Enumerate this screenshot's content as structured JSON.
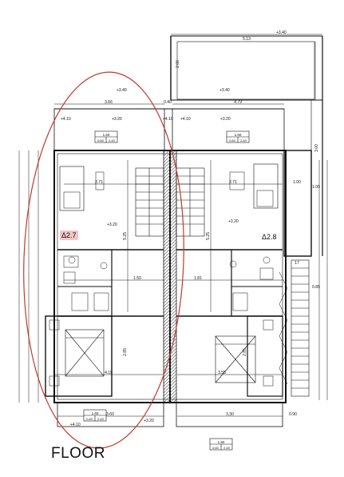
{
  "title": "FLOOR",
  "units": [
    {
      "label": "Δ2.7",
      "highlight": "#f4c6c6"
    },
    {
      "label": "Δ2.8"
    }
  ],
  "level_marks": [
    "+3.40",
    "+3.40",
    "+3.40",
    "+4.10",
    "+3.20",
    "+4.10",
    "+4.10",
    "+3.20",
    "+3.20",
    "+3.20",
    "+4.10",
    "+3.20"
  ],
  "dimensions": {
    "top_width": "5.13",
    "top_height": "2.06",
    "upper_left": "3.66",
    "upper_mid": "0.40",
    "upper_right": "4.79",
    "left_room": "2.71",
    "right_room": "2.71",
    "left_wall": "1.00",
    "core_l": "5.25",
    "core_r": "5.25",
    "mid_l": "1.50",
    "mid_r": "1.81",
    "bed_l": "2.85",
    "bed_r": "2.85",
    "floor_l": "4.15",
    "floor_r": "3.55",
    "bottom_l": "3.60",
    "bottom_r": "3.30",
    "right_edge": "0.90",
    "side_a": "3.00",
    "side_b": "1.00",
    "side_c": "0.85",
    "stair_top": "17"
  },
  "windows": [
    {
      "size": "1.60",
      "sill": "0.60",
      "height": "2.40"
    },
    {
      "size": "1.60",
      "sill": "0.60",
      "height": "2.40"
    },
    {
      "size": "1.60",
      "sill": "0.60",
      "height": "2.40"
    },
    {
      "size": "1.60",
      "sill": "0.60",
      "height": "2.40"
    }
  ],
  "colors": {
    "line": "#111111",
    "circle": "#c0392b",
    "highlight": "#f4c6c6"
  }
}
